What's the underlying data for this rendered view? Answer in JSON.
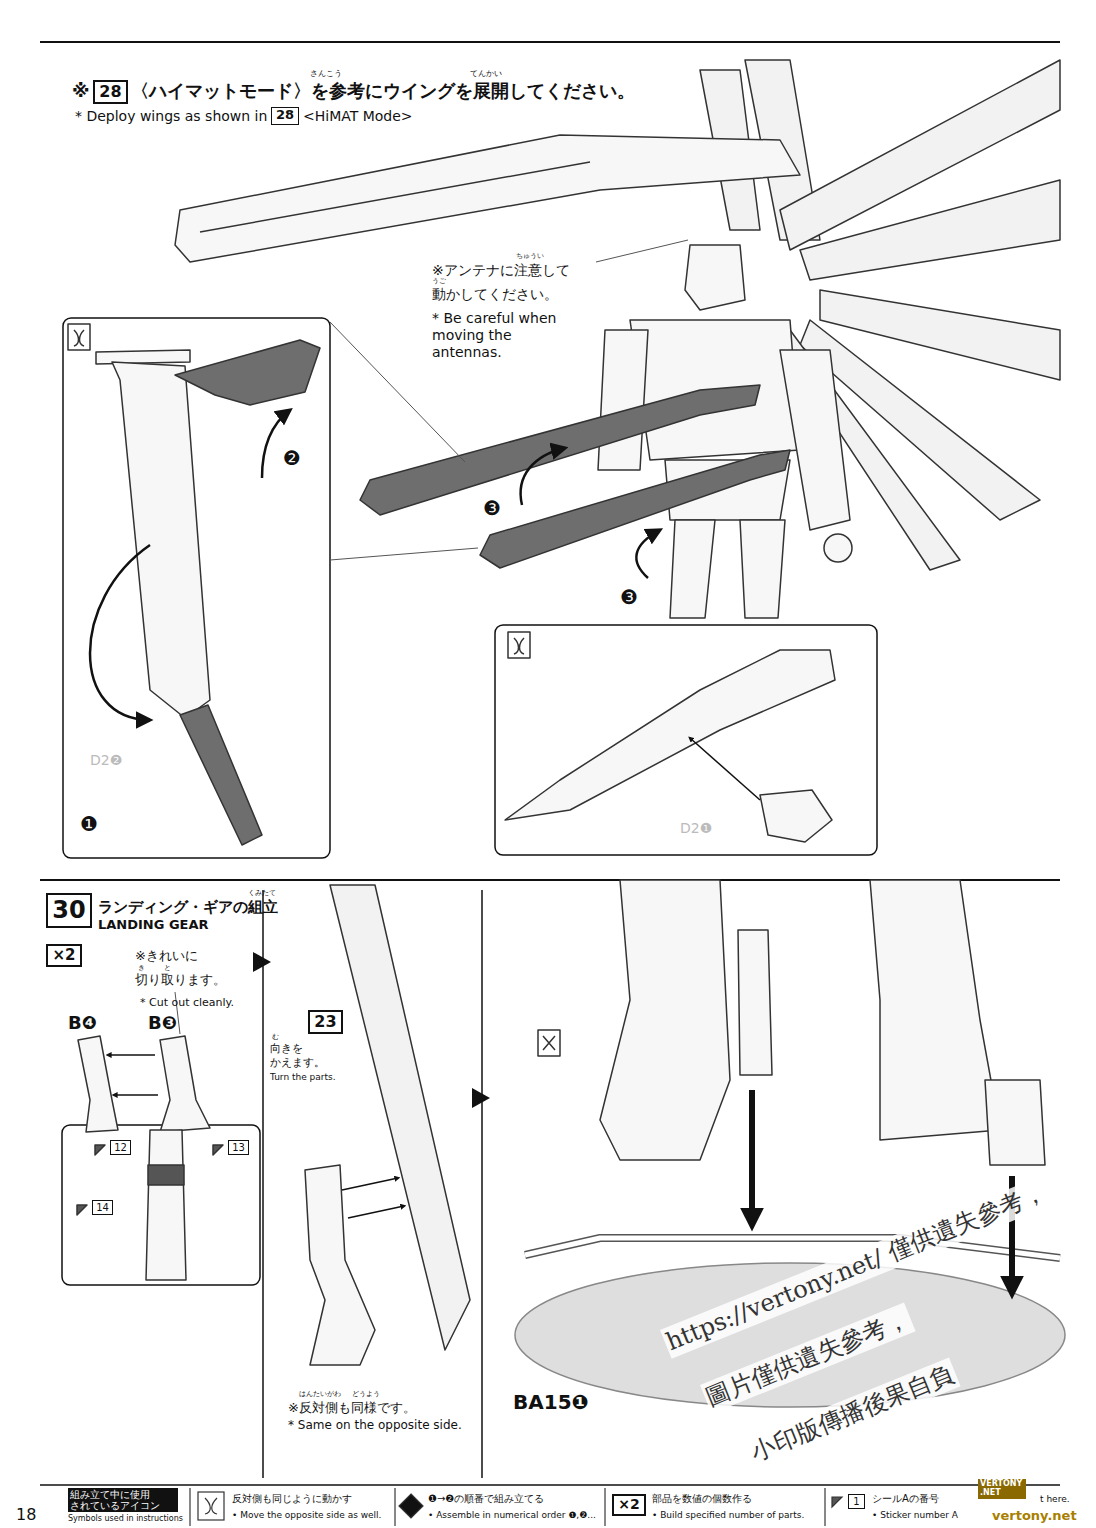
{
  "diagram": {
    "nodes": [
      {
        "text": [
          "28"
        ]
      },
      {
        "text": [
          "28"
        ]
      },
      {
        "text": [
          "30"
        ]
      },
      {
        "text": [
          "×2"
        ]
      },
      {
        "text": [
          "12"
        ]
      },
      {
        "text": [
          "13"
        ]
      },
      {
        "text": [
          "14"
        ]
      },
      {
        "text": [
          "23"
        ]
      },
      {
        "text": [
          "×2"
        ]
      },
      {
        "text": [
          "1"
        ]
      }
    ],
    "labels": [
      "※",
      "さんこう",
      "てんかい",
      "〈ハイマットモード〉を参考にウイングを展開してください。",
      "* Deploy wings as shown in",
      "<HiMAT Mode>",
      "ちゅうい",
      "うご",
      "※アンテナに注意して 動かしてください。",
      "* Be careful when moving the antennas.",
      "❶",
      "❷",
      "❸",
      "❸",
      "D2❷",
      "D2❶",
      "くみたて",
      "ランディング・ギアの組立",
      "LANDING GEAR",
      "き",
      "と",
      "※きれいに 切り取ります。",
      "* Cut out cleanly.",
      "B❹",
      "B❸",
      "む",
      "向きを かえます。",
      "Turn the parts.",
      "はんたいがわ",
      "どうよう",
      "※反対側も同様です。",
      "* Same on the opposite side.",
      "BA15❶",
      "https://vertony.net/ 僅供遺失參考，",
      "圖片僅供遺失參考，",
      "小印版傳播後果自負",
      "18",
      "組み立て中に使用 されているアイコン",
      "Symbols used in instructions",
      "反対側も同じように動かす",
      "• Move the opposite side as well.",
      "❶→❷の順番で組み立てる",
      "• Assemble in numerical order ❶,❷...",
      "部品を数値の個数作る",
      "• Build specified number of parts.",
      "シールAの番号",
      "• Sticker number A",
      "t here.",
      "VERTONY .NET",
      "vertony.net"
    ]
  }
}
